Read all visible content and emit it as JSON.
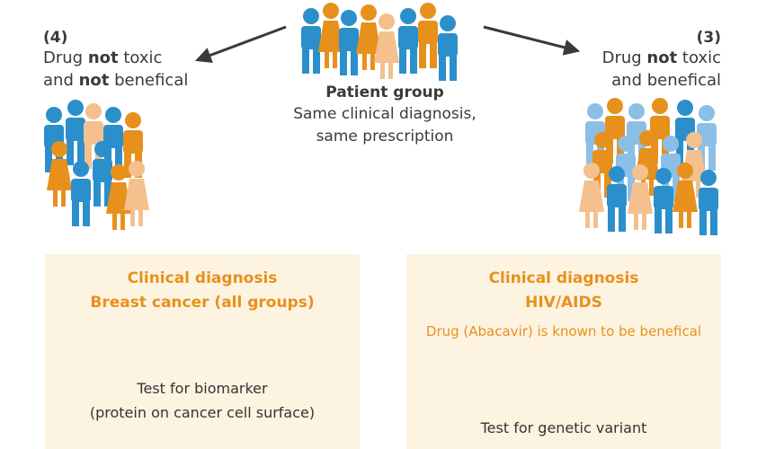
{
  "center": {
    "title": "Patient group",
    "line1": "Same clinical diagnosis,",
    "line2": "same prescription"
  },
  "left_group": {
    "number": "(4)",
    "line1_a": "Drug ",
    "line1_b": "not",
    "line1_c": " toxic",
    "line2_a": "and ",
    "line2_b": "not",
    "line2_c": " benefical"
  },
  "right_group": {
    "number": "(3)",
    "line1_a": "Drug ",
    "line1_b": "not",
    "line1_c": " toxic",
    "line2": "and benefical"
  },
  "left_panel": {
    "title1": "Clinical diagnosis",
    "title2": "Breast cancer (all groups)",
    "test1": "Test for biomarker",
    "test2": "(protein on cancer cell surface)"
  },
  "right_panel": {
    "title1": "Clinical diagnosis",
    "title2": "HIV/AIDS",
    "note": "Drug (Abacavir) is known to be benefical",
    "test": "Test for genetic variant"
  },
  "colors": {
    "blue": "#2b8fcb",
    "orange": "#e8901c",
    "light_orange": "#f3c08e",
    "light_blue": "#8cbfe6",
    "panel_bg": "#fdf3e1",
    "arrow": "#3a3a3a"
  }
}
